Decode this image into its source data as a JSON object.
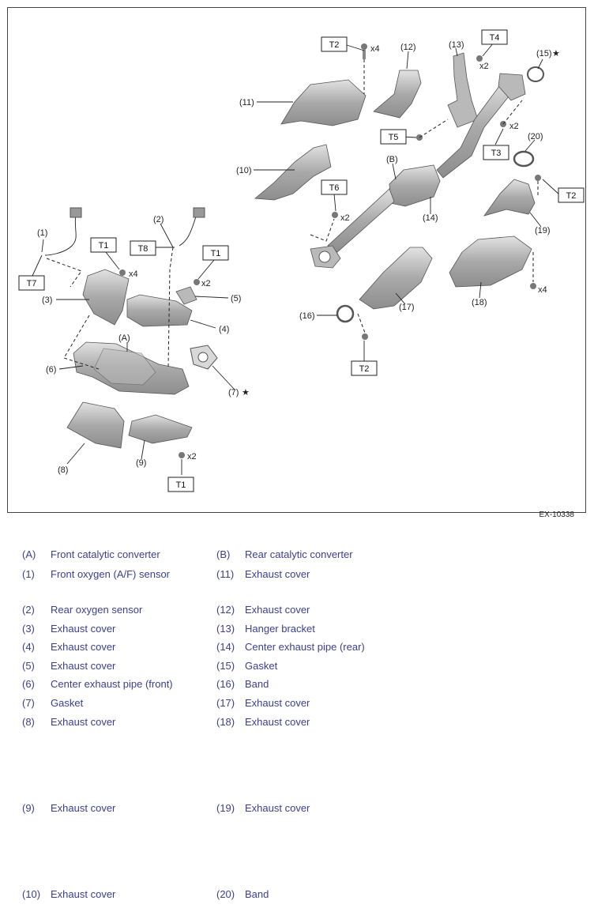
{
  "figure_id": "EX-10338",
  "callouts": {
    "A": "(A)",
    "B": "(B)",
    "n1": "(1)",
    "n2": "(2)",
    "n3": "(3)",
    "n4": "(4)",
    "n5": "(5)",
    "n6": "(6)",
    "n7": "(7)",
    "n8": "(8)",
    "n9": "(9)",
    "n10": "(10)",
    "n11": "(11)",
    "n12": "(12)",
    "n13": "(13)",
    "n14": "(14)",
    "n15": "(15)",
    "n16": "(16)",
    "n17": "(17)",
    "n18": "(18)",
    "n19": "(19)",
    "n20": "(20)",
    "star": "★"
  },
  "torque_labels": {
    "T1": "T1",
    "T2": "T2",
    "T3": "T3",
    "T4": "T4",
    "T5": "T5",
    "T6": "T6",
    "T7": "T7",
    "T8": "T8"
  },
  "quantities": {
    "x2": "x2",
    "x4": "x4"
  },
  "legend": [
    {
      "left_code": "(A)",
      "left_name": "Front catalytic converter",
      "right_code": "(B)",
      "right_name": "Rear catalytic converter"
    },
    {
      "left_code": "(1)",
      "left_name": "Front oxygen (A/F) sensor",
      "right_code": "(11)",
      "right_name": "Exhaust cover"
    },
    {
      "left_code": "(2)",
      "left_name": "Rear oxygen sensor",
      "right_code": "(12)",
      "right_name": "Exhaust cover"
    },
    {
      "left_code": "(3)",
      "left_name": "Exhaust cover",
      "right_code": "(13)",
      "right_name": "Hanger bracket"
    },
    {
      "left_code": "(4)",
      "left_name": "Exhaust cover",
      "right_code": "(14)",
      "right_name": "Center exhaust pipe (rear)"
    },
    {
      "left_code": "(5)",
      "left_name": "Exhaust cover",
      "right_code": "(15)",
      "right_name": "Gasket"
    },
    {
      "left_code": "(6)",
      "left_name": "Center exhaust pipe (front)",
      "right_code": "(16)",
      "right_name": "Band"
    },
    {
      "left_code": "(7)",
      "left_name": "Gasket",
      "right_code": "(17)",
      "right_name": "Exhaust cover"
    },
    {
      "left_code": "(8)",
      "left_name": "Exhaust cover",
      "right_code": "(18)",
      "right_name": "Exhaust cover"
    },
    {
      "left_code": "(9)",
      "left_name": "Exhaust cover",
      "right_code": "(19)",
      "right_name": "Exhaust cover"
    },
    {
      "left_code": "(10)",
      "left_name": "Exhaust cover",
      "right_code": "(20)",
      "right_name": "Band"
    }
  ]
}
